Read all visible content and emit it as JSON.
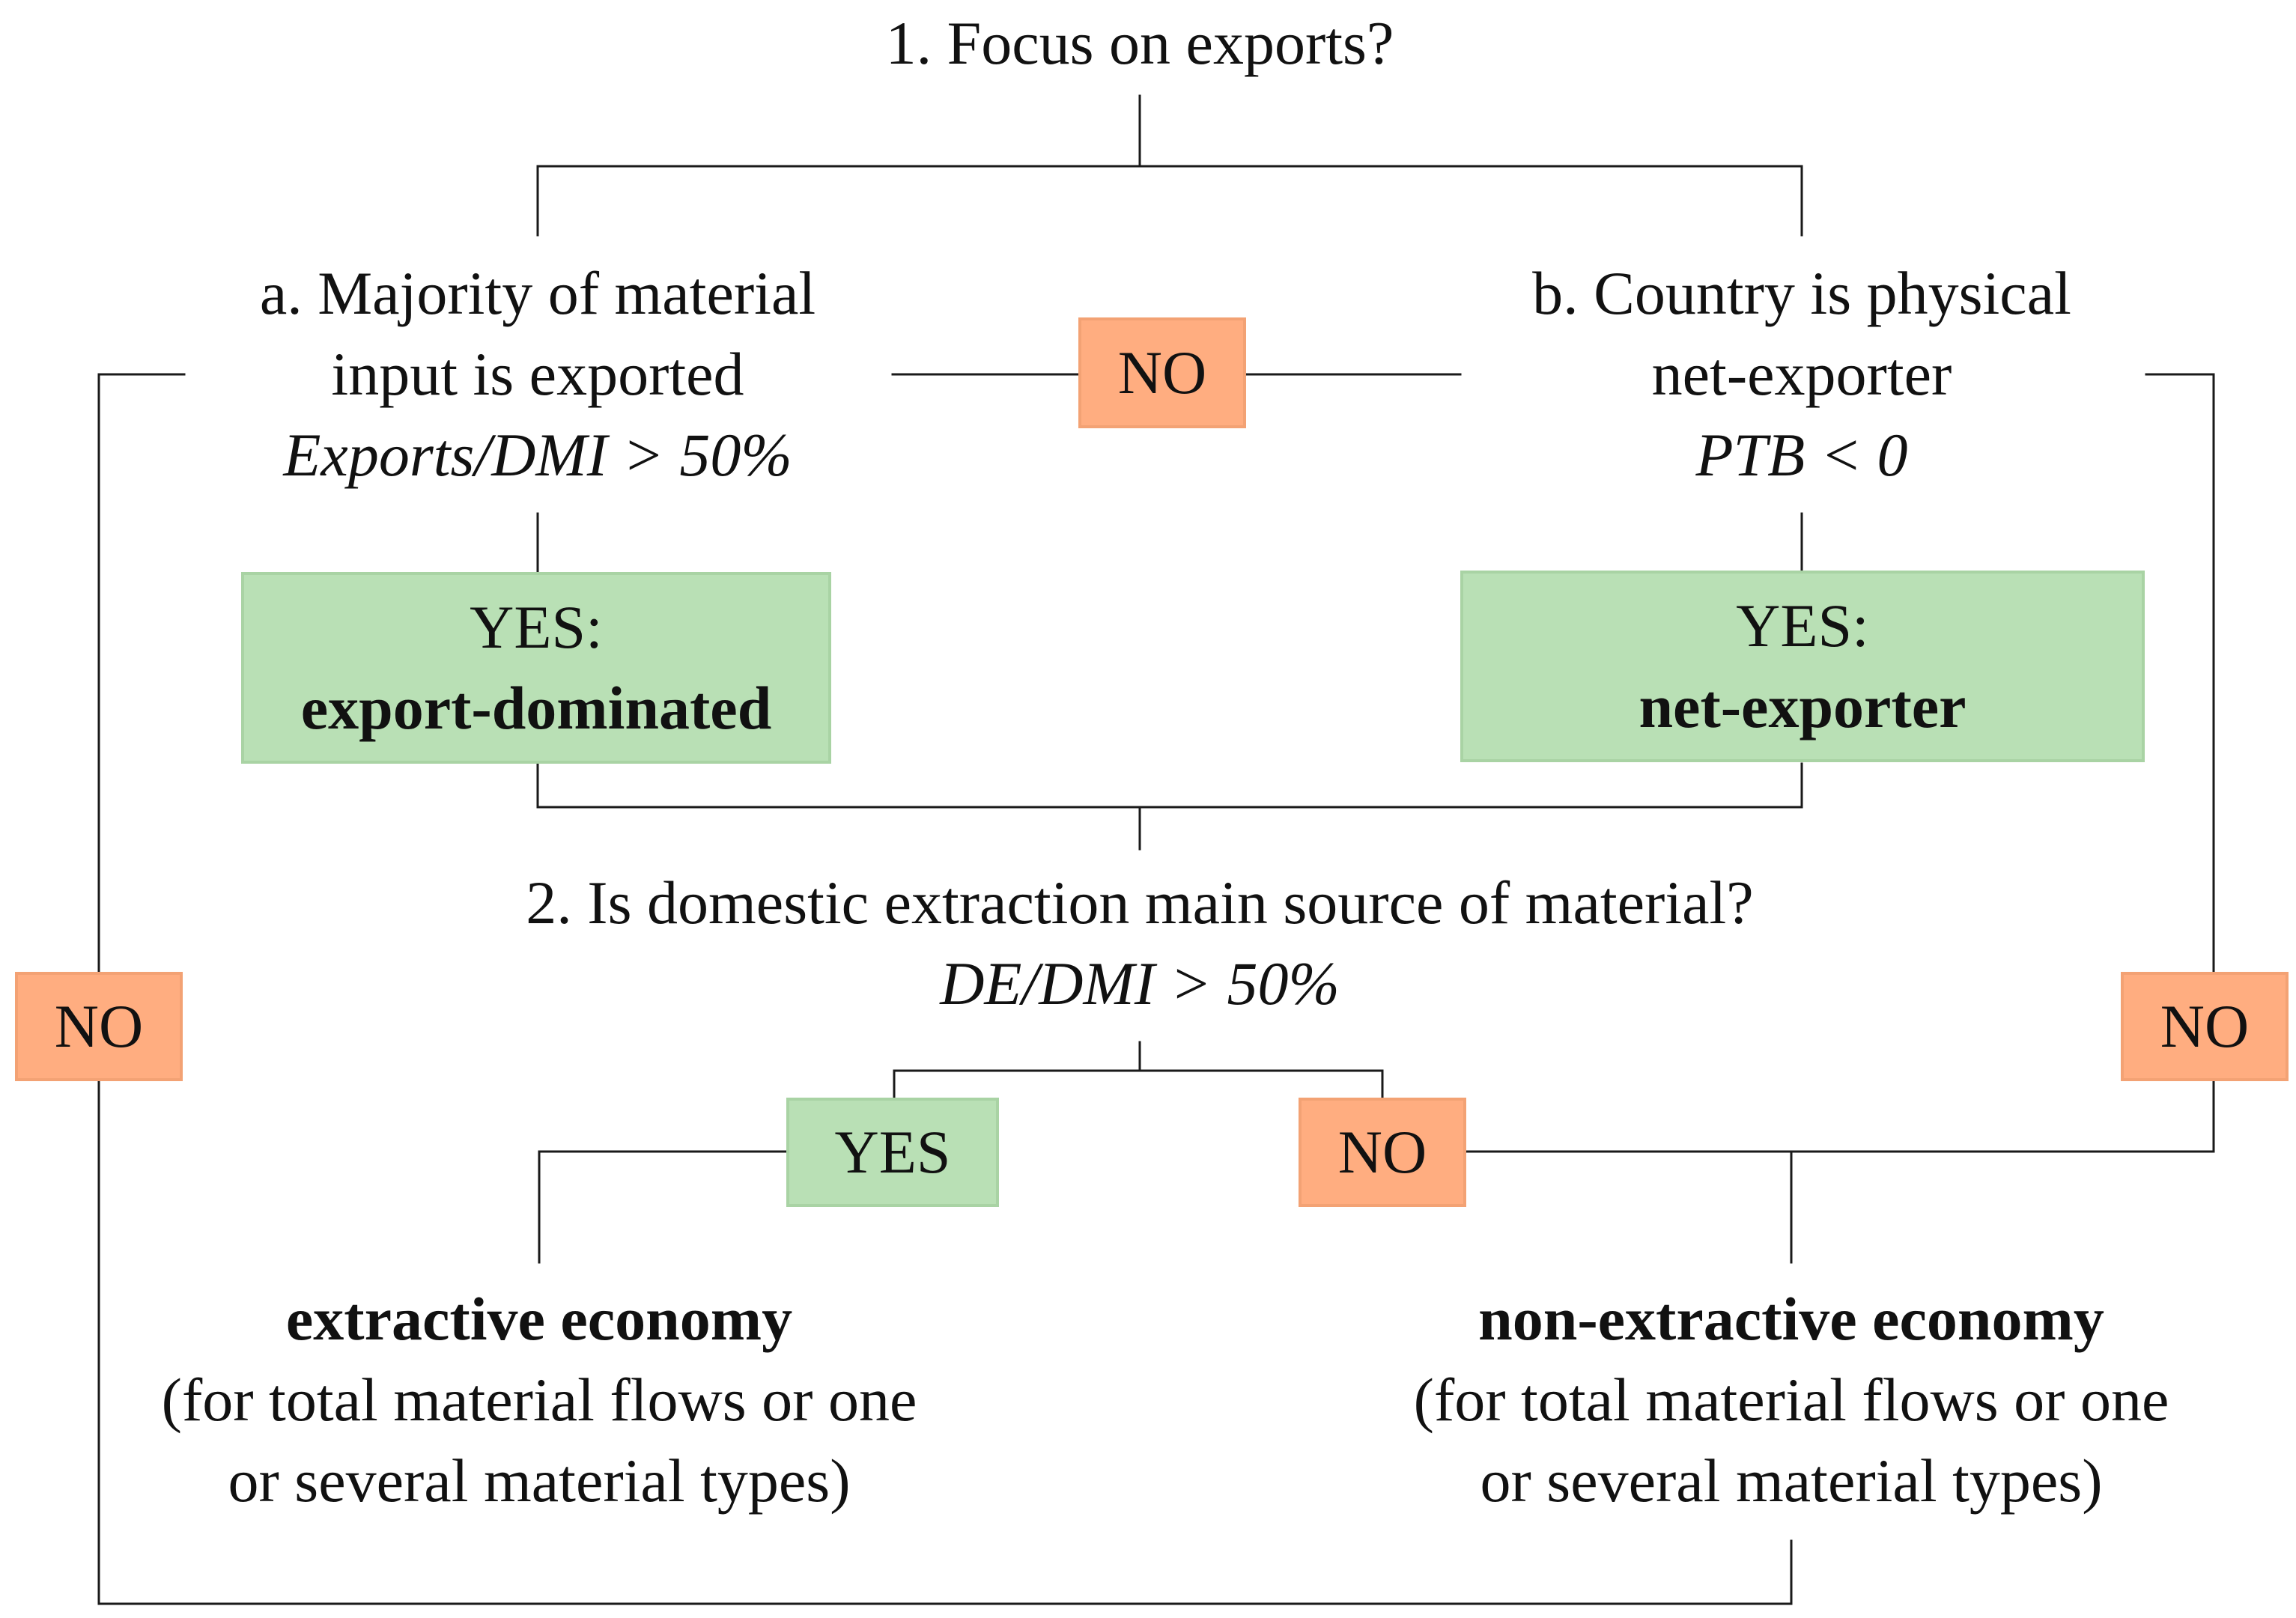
{
  "colors": {
    "yes_fill": "#b9e0b5",
    "no_fill": "#ffad80",
    "line": "#1a1a1a"
  },
  "q1": {
    "title": "1. Focus on exports?"
  },
  "criterion_a": {
    "line1": "a. Majority of material",
    "line2": "input is exported",
    "formula": "Exports/DMI > 50%"
  },
  "criterion_b": {
    "line1": "b. Country is physical",
    "line2": "net-exporter",
    "formula": "PTB < 0"
  },
  "yes_a": {
    "prefix": "YES:",
    "label": "export-dominated"
  },
  "yes_b": {
    "prefix": "YES:",
    "label": "net-exporter"
  },
  "no_middle": "NO",
  "no_left": "NO",
  "no_right": "NO",
  "q2": {
    "title": "2. Is domestic extraction main source of material?",
    "formula": "DE/DMI > 50%"
  },
  "q2_yes": "YES",
  "q2_no": "NO",
  "outcome_extractive": {
    "title": "extractive economy",
    "line1": "(for total material flows or one",
    "line2": "or several material types)"
  },
  "outcome_non_extractive": {
    "title": "non-extractive economy",
    "line1": "(for total material flows or one",
    "line2": "or several material types)"
  }
}
